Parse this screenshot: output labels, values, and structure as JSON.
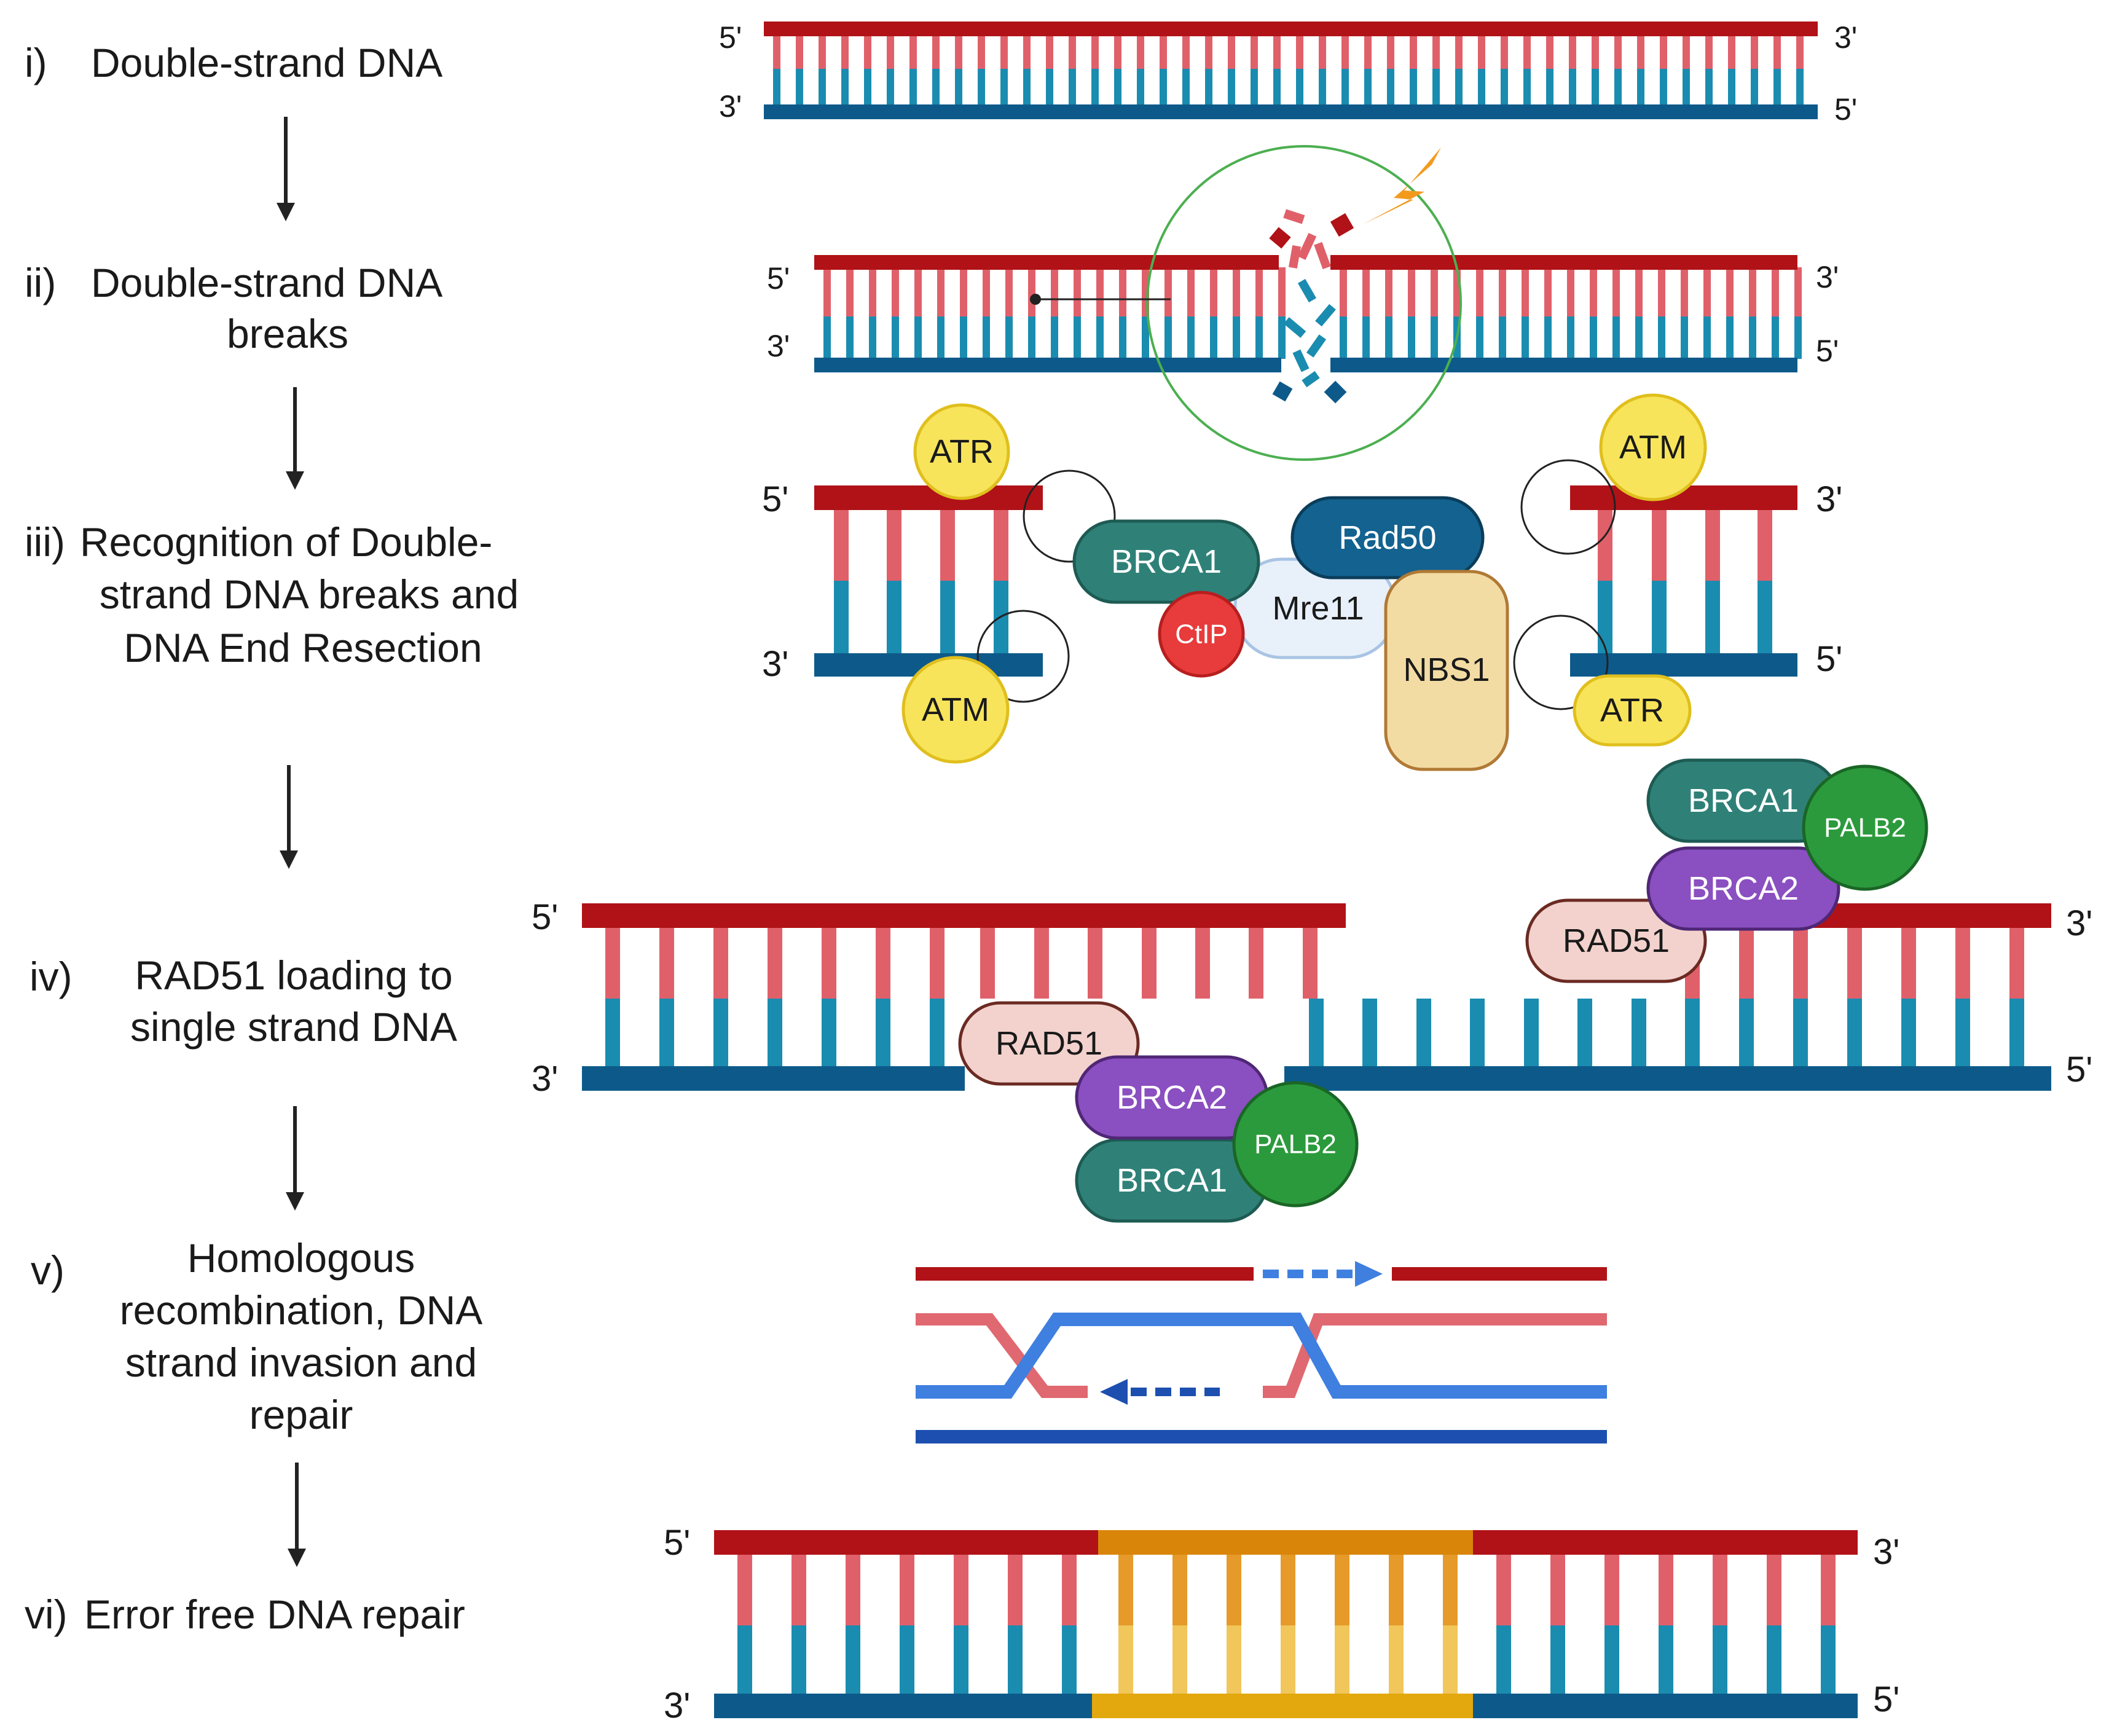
{
  "steps": [
    {
      "num": "i)",
      "lines": [
        "Double-strand DNA"
      ]
    },
    {
      "num": "ii)",
      "lines": [
        "Double-strand DNA",
        "breaks"
      ]
    },
    {
      "num": "iii)",
      "lines": [
        "Recognition of Double-",
        "strand DNA breaks and",
        "DNA End Resection"
      ]
    },
    {
      "num": "iv)",
      "lines": [
        "RAD51 loading to",
        "single strand DNA"
      ]
    },
    {
      "num": "v)",
      "lines": [
        "Homologous",
        "recombination, DNA",
        "strand invasion and",
        "repair"
      ]
    },
    {
      "num": "vi)",
      "lines": [
        "Error free DNA repair"
      ]
    }
  ],
  "ends": {
    "five": "5'",
    "three": "3'"
  },
  "proteins": {
    "atr": "ATR",
    "atm": "ATM",
    "brca1": "BRCA1",
    "brca2": "BRCA2",
    "rad50": "Rad50",
    "mre11": "Mre11",
    "nbs1": "NBS1",
    "ctip": "CtIP",
    "rad51": "RAD51",
    "palb2": "PALB2"
  },
  "colors": {
    "top_strand": "#b01217",
    "top_rung": "#e0606a",
    "bottom_strand": "#0d5a8a",
    "bottom_rung": "#1a8cb0",
    "repair_top": "#d9850a",
    "repair_bottom": "#e2a80e",
    "atr_atm": "#f7e45a",
    "brca1": "#2f8178",
    "brca2": "#8a4fc0",
    "palb2": "#2b9a3c",
    "rad50": "#13628f",
    "mre11": "#e8f0fa",
    "nbs1": "#f3dca4",
    "ctip": "#e83b3b",
    "rad51": "#f3d2cd",
    "lightning": "#f39a1d",
    "highlight_circle": "#4caf50",
    "invading_strand": "#3f7fe0"
  }
}
